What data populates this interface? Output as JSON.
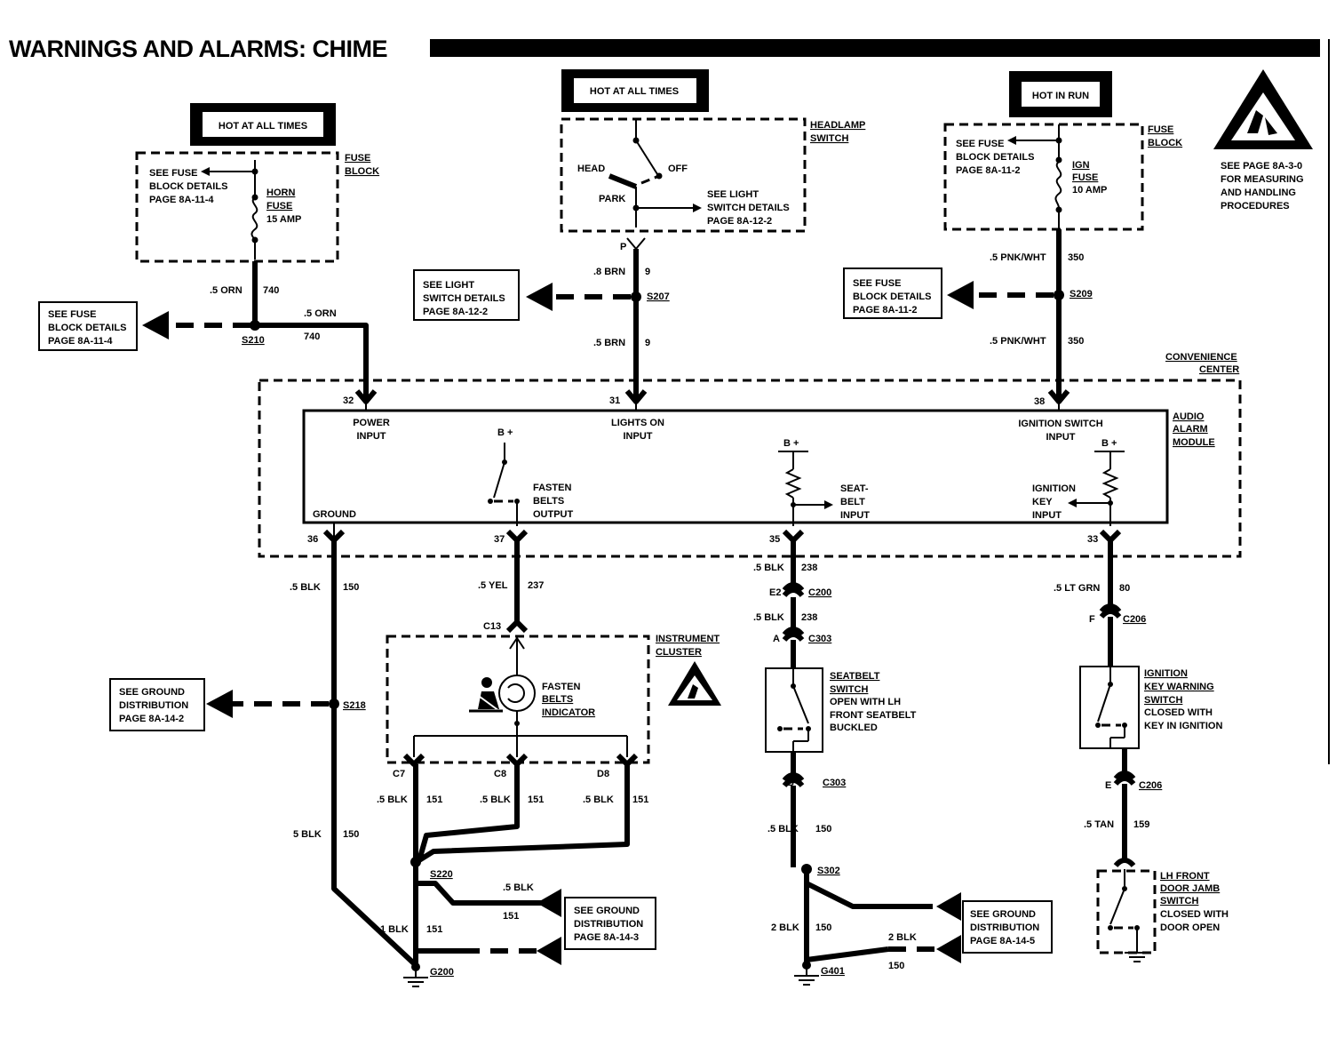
{
  "title": "WARNINGS AND ALARMS:  CHIME",
  "hot_labels": {
    "left": "HOT AT ALL TIMES",
    "center": "HOT AT ALL TIMES",
    "right": "HOT IN RUN"
  },
  "fuse_block_left": {
    "label_line1": "FUSE",
    "label_line2": "BLOCK",
    "see_line1": "SEE FUSE",
    "see_line2": "BLOCK DETAILS",
    "see_line3": "PAGE 8A-11-4",
    "fuse_line1": "HORN",
    "fuse_line2": "FUSE",
    "fuse_line3": "15 AMP"
  },
  "fuse_block_right": {
    "label_line1": "FUSE",
    "label_line2": "BLOCK",
    "see_line1": "SEE FUSE",
    "see_line2": "BLOCK DETAILS",
    "see_line3": "PAGE 8A-11-2",
    "fuse_line1": "IGN",
    "fuse_line2": "FUSE",
    "fuse_line3": "10 AMP"
  },
  "headlamp_switch": {
    "label_line1": "HEADLAMP",
    "label_line2": "SWITCH",
    "head": "HEAD",
    "off": "OFF",
    "park": "PARK",
    "see_line1": "SEE LIGHT",
    "see_line2": "SWITCH DETAILS",
    "see_line3": "PAGE 8A-12-2",
    "pin": "P"
  },
  "esd_note": {
    "line1": "SEE PAGE 8A-3-0",
    "line2": "FOR MEASURING",
    "line3": "AND HANDLING",
    "line4": "PROCEDURES"
  },
  "ref_boxes": {
    "fuse_left": [
      "SEE FUSE",
      "BLOCK DETAILS",
      "PAGE 8A-11-4"
    ],
    "light_switch": [
      "SEE LIGHT",
      "SWITCH DETAILS",
      "PAGE 8A-12-2"
    ],
    "fuse_right": [
      "SEE FUSE",
      "BLOCK DETAILS",
      "PAGE 8A-11-2"
    ],
    "ground_left": [
      "SEE GROUND",
      "DISTRIBUTION",
      "PAGE 8A-14-2"
    ],
    "ground_center": [
      "SEE GROUND",
      "DISTRIBUTION",
      "PAGE 8A-14-3"
    ],
    "ground_right": [
      "SEE GROUND",
      "DISTRIBUTION",
      "PAGE 8A-14-5"
    ]
  },
  "wires": {
    "w740a_gauge": ".5 ORN",
    "w740a_num": "740",
    "w740b_gauge": ".5 ORN",
    "w740b_num": "740",
    "w9a_gauge": ".8 BRN",
    "w9a_num": "9",
    "w9b_gauge": ".5 BRN",
    "w9b_num": "9",
    "w350a_gauge": ".5 PNK/WHT",
    "w350a_num": "350",
    "w350b_gauge": ".5 PNK/WHT",
    "w350b_num": "350",
    "w150a_gauge": ".5 BLK",
    "w150a_num": "150",
    "w150b_gauge": "5 BLK",
    "w150b_num": "150",
    "w237_gauge": ".5 YEL",
    "w237_num": "237",
    "w238a_gauge": ".5 BLK",
    "w238a_num": "238",
    "w238b_gauge": ".5 BLK",
    "w238b_num": "238",
    "w150c_gauge": ".5 BLK",
    "w150c_num": "150",
    "w150d_gauge": "2 BLK",
    "w150d_num": "150",
    "w150e_gauge": "2 BLK",
    "w150e_num": "150",
    "w80_gauge": ".5 LT GRN",
    "w80_num": "80",
    "w159_gauge": ".5 TAN",
    "w159_num": "159",
    "w151a_gauge": ".5 BLK",
    "w151a_num": "151",
    "w151b_gauge": ".5 BLK",
    "w151b_num": "151",
    "w151c_gauge": ".5 BLK",
    "w151c_num": "151",
    "w151d_gauge": ".5 BLK",
    "w151d_num": "151",
    "w151e_gauge": "1 BLK",
    "w151e_num": "151"
  },
  "splices": {
    "s210": "S210",
    "s207": "S207",
    "s209": "S209",
    "s218": "S218",
    "s220": "S220",
    "s302": "S302",
    "g200": "G200",
    "g401": "G401"
  },
  "connectors": {
    "c200_pin": "E2",
    "c200": "C200",
    "c303a_pin": "A",
    "c303a": "C303",
    "c303b_pin": "B",
    "c303b": "C303",
    "c206a_pin": "F",
    "c206a": "C206",
    "c206b_pin": "E",
    "c206b": "C206",
    "c13": "C13",
    "c7": "C7",
    "c8": "C8",
    "d8": "D8"
  },
  "convenience_center": {
    "line1": "CONVENIENCE",
    "line2": "CENTER"
  },
  "audio_alarm_module": {
    "line1": "AUDIO",
    "line2": "ALARM",
    "line3": "MODULE",
    "power_line1": "POWER",
    "power_line2": "INPUT",
    "lights_line1": "LIGHTS ON",
    "lights_line2": "INPUT",
    "ign_line1": "IGNITION SWITCH",
    "ign_line2": "INPUT",
    "ground": "GROUND",
    "bplus": "B +",
    "fasten_line1": "FASTEN",
    "fasten_line2": "BELTS",
    "fasten_line3": "OUTPUT",
    "seat_line1": "SEAT-",
    "seat_line2": "BELT",
    "seat_line3": "INPUT",
    "key_line1": "IGNITION",
    "key_line2": "KEY",
    "key_line3": "INPUT",
    "pins": {
      "p32": "32",
      "p31": "31",
      "p38": "38",
      "p36": "36",
      "p37": "37",
      "p35": "35",
      "p33": "33"
    }
  },
  "instrument_cluster": {
    "line1": "INSTRUMENT",
    "line2": "CLUSTER",
    "ind_line1": "FASTEN",
    "ind_line2": "BELTS",
    "ind_line3": "INDICATOR"
  },
  "seatbelt_switch": {
    "line1": "SEATBELT",
    "line2": "SWITCH",
    "line3": "OPEN WITH LH",
    "line4": "FRONT SEATBELT",
    "line5": "BUCKLED"
  },
  "key_switch": {
    "line1": "IGNITION",
    "line2": "KEY WARNING",
    "line3": "SWITCH",
    "line4": "CLOSED WITH",
    "line5": "KEY IN IGNITION"
  },
  "door_switch": {
    "line1": "LH FRONT",
    "line2": "DOOR JAMB",
    "line3": "SWITCH",
    "line4": "CLOSED WITH",
    "line5": "DOOR OPEN"
  }
}
